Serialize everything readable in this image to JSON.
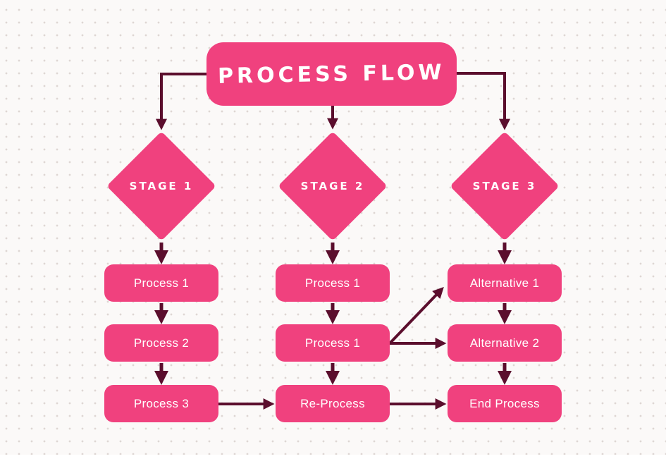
{
  "diagram": {
    "title": {
      "label": "PROCESS FLOW"
    },
    "stages": [
      {
        "label": "STAGE 1"
      },
      {
        "label": "STAGE 2"
      },
      {
        "label": "STAGE 3"
      }
    ],
    "columns": [
      {
        "stage": "STAGE 1",
        "boxes": [
          "Process 1",
          "Process 2",
          "Process 3"
        ]
      },
      {
        "stage": "STAGE 2",
        "boxes": [
          "Process 1",
          "Process 1",
          "Re-Process"
        ]
      },
      {
        "stage": "STAGE 3",
        "boxes": [
          "Alternative 1",
          "Alternative 2",
          "End Process"
        ]
      }
    ],
    "edges": [
      {
        "from": "title",
        "to": "stage-1"
      },
      {
        "from": "title",
        "to": "stage-2"
      },
      {
        "from": "title",
        "to": "stage-3"
      },
      {
        "from": "stage-1",
        "to": "s1-process-1"
      },
      {
        "from": "s1-process-1",
        "to": "s1-process-2"
      },
      {
        "from": "s1-process-2",
        "to": "s1-process-3"
      },
      {
        "from": "stage-2",
        "to": "s2-process-1a"
      },
      {
        "from": "s2-process-1a",
        "to": "s2-process-1b"
      },
      {
        "from": "s2-process-1b",
        "to": "s2-reprocess"
      },
      {
        "from": "stage-3",
        "to": "alternative-1"
      },
      {
        "from": "alternative-1",
        "to": "alternative-2"
      },
      {
        "from": "alternative-2",
        "to": "end-process"
      },
      {
        "from": "s1-process-3",
        "to": "s2-reprocess"
      },
      {
        "from": "s2-process-1b",
        "to": "alternative-1"
      },
      {
        "from": "s2-process-1b",
        "to": "alternative-2"
      },
      {
        "from": "s2-reprocess",
        "to": "end-process"
      }
    ],
    "colors": {
      "node_fill": "#f0417e",
      "connector": "#5b0e2d",
      "node_text": "#ffffff",
      "background": "#fbf9f8",
      "dot": "#ded6d3"
    }
  }
}
